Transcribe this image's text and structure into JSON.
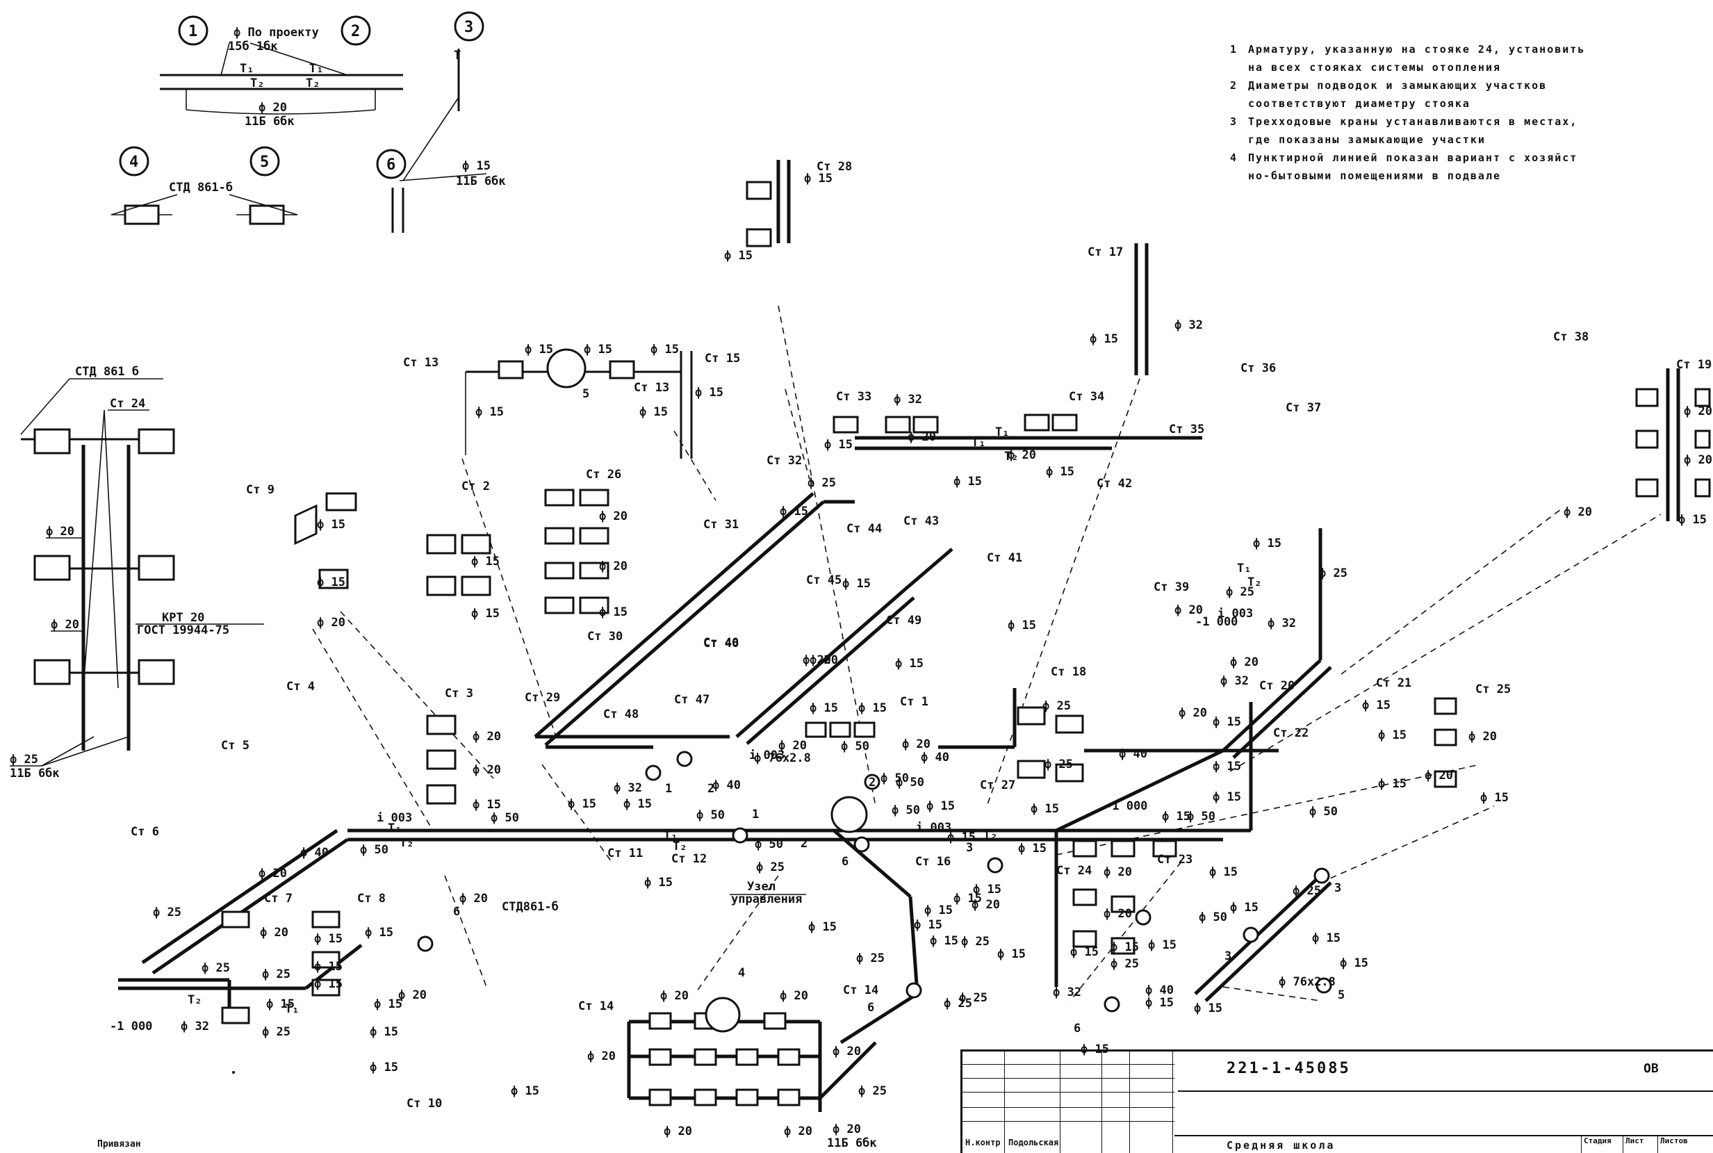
{
  "notes": [
    {
      "n": "1",
      "text": "Арматуру, указанную на стояке 24, установить"
    },
    {
      "n": "",
      "text": "на всех стояках системы отопления"
    },
    {
      "n": "2",
      "text": "Диаметры подводок и замыкающих участков"
    },
    {
      "n": "",
      "text": "соответствуют диаметру стояка"
    },
    {
      "n": "3",
      "text": "Трехходовые краны устанавливаются в местах,"
    },
    {
      "n": "",
      "text": "где показаны замыкающие участки"
    },
    {
      "n": "4",
      "text": "Пунктирной линией показан вариант с хозяйст"
    },
    {
      "n": "",
      "text": "но-бытовыми помещениями в подвале"
    }
  ],
  "details": {
    "d1": "1",
    "d2": "2",
    "d3": "3",
    "d4": "4",
    "d5": "5",
    "d6": "6",
    "po_proektu": "ф По проекту",
    "valve_15": "15б 1бк",
    "t1": "T₁",
    "t2": "T₂",
    "valve_20": "ф 20",
    "valve_20b": "11Б 6бк",
    "std_5": "СТД 861-б",
    "valve_15b": "ф 15",
    "valve_15c": "11Б 6бк"
  },
  "riser24": {
    "std": "СТД 861 б",
    "st": "Ст 24",
    "d20a": "ф 20",
    "d20b": "ф 20",
    "krt": "КРТ 20",
    "gost": "ГОСТ 19944-75",
    "d25": "ф 25",
    "valve": "11Б 6бк"
  },
  "risers": {
    "st9": "Ст 9",
    "st2": "Ст 2",
    "st3": "Ст 3",
    "st4": "Ст 4",
    "st5": "Ст 5",
    "st6": "Ст 6",
    "st7": "Ст 7",
    "st8": "Ст 8",
    "st10": "Ст 10",
    "st11": "Ст 11",
    "st12": "Ст 12",
    "st13": "Ст 13",
    "st14a": "Ст 14",
    "st14b": "Ст 14",
    "st15": "Ст 15",
    "st16": "Ст 16",
    "st17": "Ст 17",
    "st18": "Ст 18",
    "st19": "Ст 19",
    "st20": "Ст 20",
    "st21": "Ст 21",
    "st22": "Ст 22",
    "st23": "Ст 23",
    "st24b": "Ст 24",
    "st25": "Ст 25",
    "st26": "Ст 26",
    "st27": "Ст 27",
    "st28": "Ст 28",
    "st29": "Ст 29",
    "st30": "Ст 30",
    "st31": "Ст 31",
    "st32": "Ст 32",
    "st33": "Ст 33",
    "st34": "Ст 34",
    "st35": "Ст 35",
    "st36": "Ст 36",
    "st37": "Ст 37",
    "st38": "Ст 38",
    "st39": "Ст 39",
    "st40": "Ст 40",
    "st41": "Ст 41",
    "st42": "Ст 42",
    "st43": "Ст 43",
    "st44": "Ст 44",
    "st45": "Ст 45",
    "st46": "Ст 46",
    "st47": "Ст 47",
    "st48": "Ст 48",
    "st49": "Ст 49",
    "st1": "Ст 1",
    "st13b": "Ст 13",
    "std861": "СТД861-б"
  },
  "diam": {
    "d15": "ф 15",
    "d20": "ф 20",
    "d25": "ф 25",
    "d32": "ф 32",
    "d40": "ф 40",
    "d50": "ф 50",
    "d76": "ф 76х2.8"
  },
  "misc": {
    "i003a": "і 003",
    "i003b": "і 003",
    "i003c": "і 003",
    "i003d": "і 003",
    "m1000a": "-1 000",
    "m1000b": "-1 000",
    "m1000c": "-1 000",
    "uzel1": "Узел",
    "uzel2": "управления",
    "n1": "1",
    "n2": "2",
    "n3": "3",
    "n4": "4",
    "n5": "5",
    "n6": "6",
    "n1b": "1",
    "n2b": "2",
    "n3b": "3",
    "n6b": "6",
    "n6c": "6",
    "n5b": "5",
    "t1": "T₁",
    "t2": "T₂",
    "valve_bottom_1": "ф 20",
    "valve_bottom_2": "11Б 6бк"
  },
  "title_block": {
    "code": "221-1-45085",
    "sheet": "ОВ",
    "role_control": "Н.контр",
    "name_control": "Подольская",
    "object": "Средняя школа",
    "h_stage": "Стадия",
    "h_sheet": "Лист",
    "h_sheets": "Листов",
    "binding": "Привязан"
  }
}
